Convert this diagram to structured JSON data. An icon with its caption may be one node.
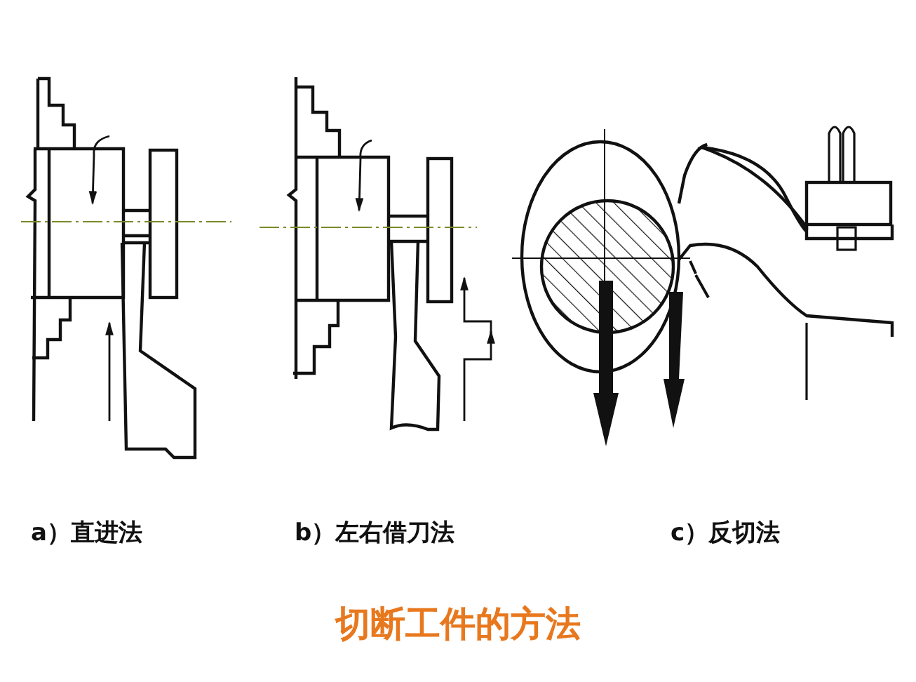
{
  "diagram": {
    "title": "切断工件的方法",
    "labels": [
      "a）直进法",
      "b）左右借刀法",
      "c）反切法"
    ]
  }
}
